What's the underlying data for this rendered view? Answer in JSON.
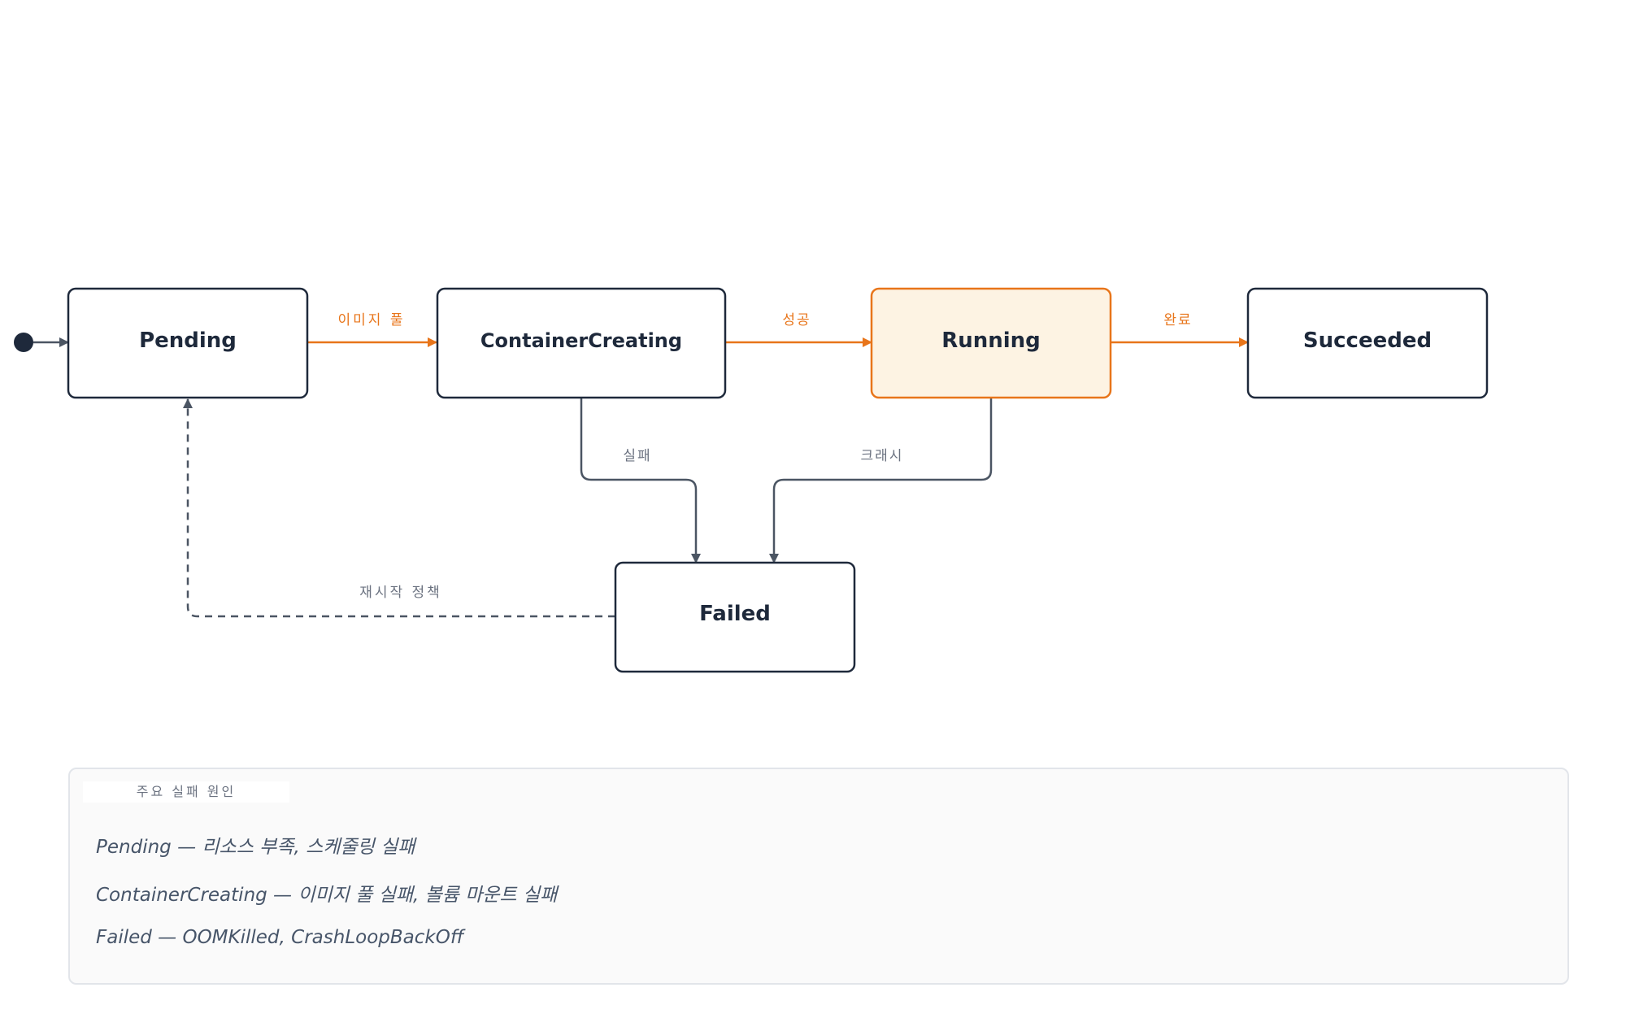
{
  "diagram": {
    "states": {
      "pending": "Pending",
      "container_creating": "ContainerCreating",
      "running": "Running",
      "succeeded": "Succeeded",
      "failed": "Failed"
    },
    "transitions": {
      "image_pull": "이미지 풀",
      "success": "성공",
      "complete": "완료",
      "fail": "실패",
      "crash": "크래시",
      "restart_policy": "재시작 정책"
    },
    "highlighted_state": "Running",
    "colors": {
      "accent": "#e8751a",
      "accent_fill": "#fdf3e3",
      "node_border": "#1e293b",
      "edge_gray": "#4b5563"
    }
  },
  "note": {
    "title": "주요 실패 원인",
    "lines": [
      "Pending — 리소스 부족, 스케줄링 실패",
      "ContainerCreating — 이미지 풀 실패, 볼륨 마운트 실패",
      "Failed — OOMKilled, CrashLoopBackOff"
    ]
  }
}
